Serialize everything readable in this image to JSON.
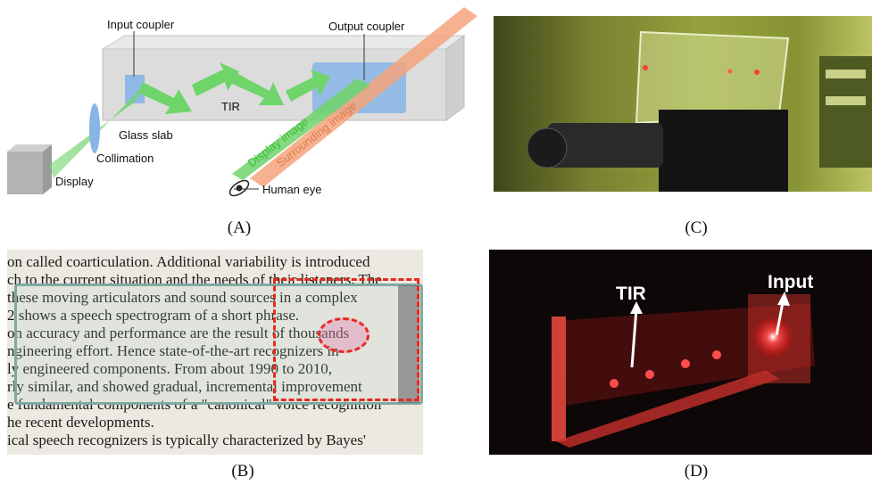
{
  "panel_a": {
    "caption": "(A)",
    "labels": {
      "input_coupler": "Input coupler",
      "output_coupler": "Output coupler",
      "tir": "TIR",
      "glass_slab": "Glass slab",
      "collimation": "Collimation",
      "display": "Display",
      "human_eye": "Human eye",
      "display_image": "Display image",
      "surrounding_image": "Surrounding image"
    }
  },
  "panel_b": {
    "caption": "(B)",
    "text_lines": [
      "on called coarticulation. Additional variability is introduced",
      "ch to the current situation and the needs of their listeners. The",
      "these moving articulators and sound sources in a complex",
      "2 shows a speech spectrogram of a short phrase.",
      "on accuracy and performance are the result of thousands",
      "ngineering effort. Hence state-of-the-art recognizers in",
      "ly engineered components. From about 1990 to 2010,",
      "rly similar, and showed gradual, incremental improvement",
      "e fundamental components of a \"canonical\" voice recognition",
      "he recent developments.",
      "ical speech recognizers is typically characterized by Bayes'"
    ]
  },
  "panel_c": {
    "caption": "(C)"
  },
  "panel_d": {
    "caption": "(D)",
    "labels": {
      "tir": "TIR",
      "input": "Input"
    }
  },
  "colors": {
    "beam_green": "#6fd46a",
    "surround_orange": "#f4a57d",
    "slab_gray": "#d9d9d9",
    "coupler_blue": "#86b5e6",
    "annotation_red": "#e8291f"
  }
}
